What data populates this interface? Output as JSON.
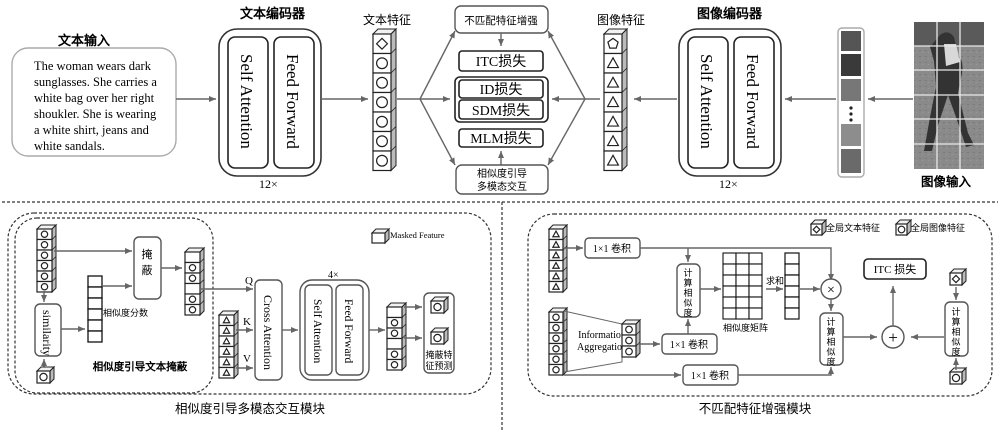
{
  "top": {
    "text_input": {
      "title": "文本输入",
      "lines": [
        "The woman wears dark",
        "sunglasses. She carries a",
        "white bag over her right",
        "shoukler. She is wearing",
        "a white shirt, jeans and",
        "white sandals."
      ]
    },
    "text_encoder": {
      "title": "文本编码器",
      "block1": "Self Attention",
      "block2": "Feed Forward",
      "repeat": "12×"
    },
    "text_features": {
      "title": "文本特征",
      "icons": [
        "diamond-icon",
        "circle-icon",
        "circle-icon",
        "circle-icon",
        "circle-icon",
        "circle-icon",
        "circle-icon"
      ]
    },
    "center": {
      "top_box": "不匹配特征增强",
      "itc_loss": "ITC损失",
      "id_loss": "ID损失",
      "sdm_loss": "SDM损失",
      "mlm_loss": "MLM损失",
      "bottom_box_line1": "相似度引导",
      "bottom_box_line2": "多模态交互"
    },
    "image_features": {
      "title": "图像特征",
      "icons": [
        "pentagon-icon",
        "triangle-icon",
        "triangle-icon",
        "triangle-icon",
        "triangle-icon",
        "triangle-icon",
        "triangle-icon"
      ]
    },
    "image_encoder": {
      "title": "图像编码器",
      "block1": "Self Attention",
      "block2": "Feed Forward",
      "repeat": "12×"
    },
    "patches": {
      "ellipsis": "⋮"
    },
    "image_input": {
      "title": "图像输入"
    }
  },
  "bottom_left": {
    "caption": "相似度引导多模态交互模块",
    "inner_caption": "相似度引导文本掩蔽",
    "mask_box": "掩蔽",
    "similarity_box": "similarity",
    "score_label": "相似度分数",
    "legend_masked": "Masked Feature",
    "q": "Q",
    "k": "K",
    "v": "V",
    "cross_attention": "Cross Attention",
    "repeat": "4×",
    "self_attention": "Self Attention",
    "feed_forward": "Feed Forward",
    "predict_line1": "掩蔽特",
    "predict_line2": "征预测"
  },
  "bottom_right": {
    "caption": "不匹配特征增强模块",
    "legend_text": "全局文本特征",
    "legend_image": "全局图像特征",
    "conv1": "1×1 卷积",
    "conv2": "1×1 卷积",
    "conv3": "1×1 卷积",
    "info_agg_line1": "Information",
    "info_agg_line2": "Aggregation",
    "calc_sim": [
      "计",
      "算",
      "相",
      "似",
      "度"
    ],
    "sim_matrix": "相似度矩阵",
    "sum": "求和",
    "itc_loss": "ITC 损失",
    "multiply": "×",
    "plus": "+"
  }
}
